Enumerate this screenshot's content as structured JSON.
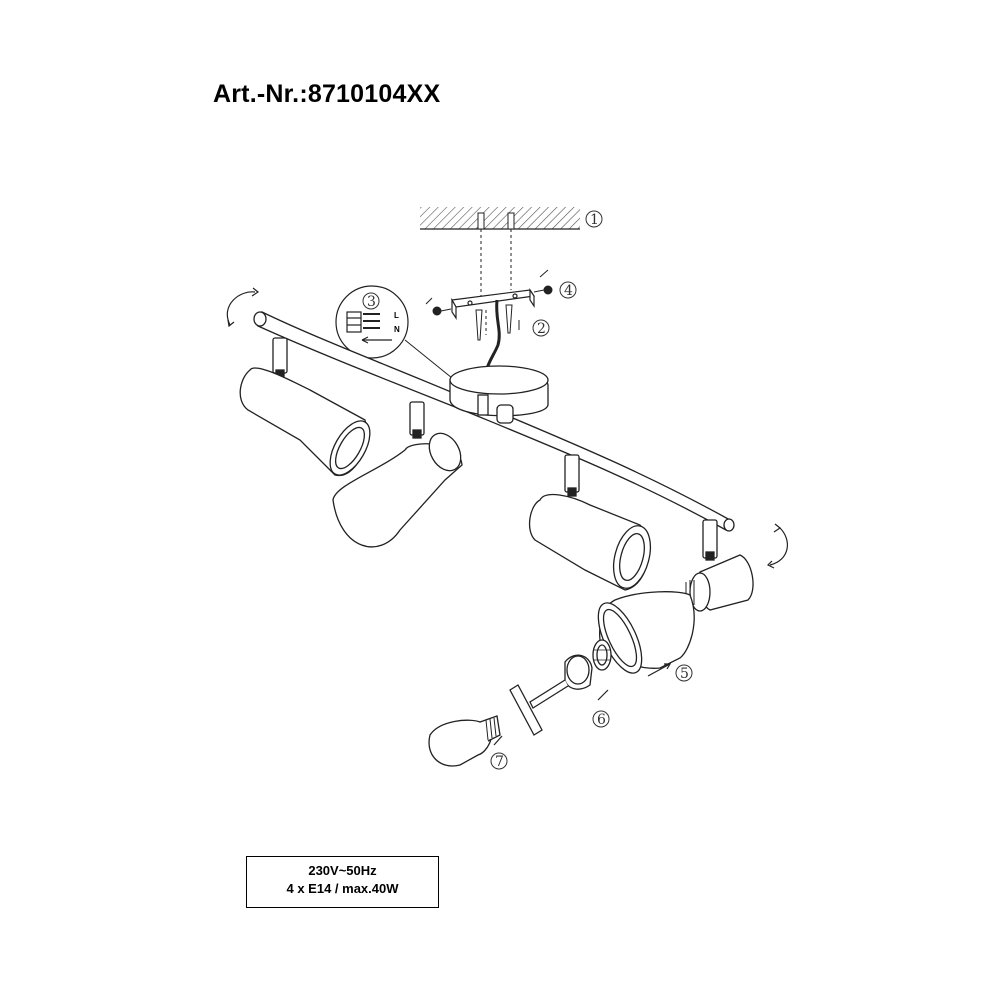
{
  "header": {
    "article_number": "Art.-Nr.:8710104XX"
  },
  "specs": {
    "line1": "230V~50Hz",
    "line2": "4 x E14 / max.40W"
  },
  "callouts": [
    "1",
    "2",
    "3",
    "4",
    "5",
    "6",
    "7"
  ],
  "wiring": {
    "live": "L",
    "neutral": "N"
  },
  "colors": {
    "line": "#222222",
    "hatch": "#555555",
    "background": "#ffffff"
  }
}
